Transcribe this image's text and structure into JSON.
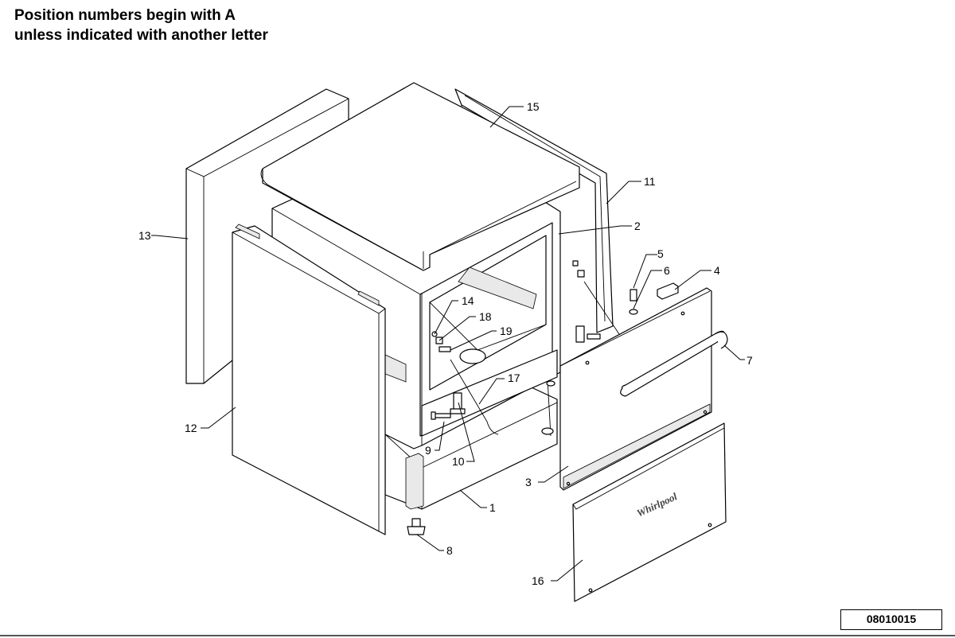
{
  "note": {
    "line1": "Position numbers begin with A",
    "line2": "unless indicated with another letter"
  },
  "brand": "Whirlpool",
  "drawing_code": "08010015",
  "callouts": {
    "p1": "1",
    "p2": "2",
    "p3": "3",
    "p4": "4",
    "p5": "5",
    "p6": "6",
    "p7": "7",
    "p8": "8",
    "p9": "9",
    "p10": "10",
    "p11": "11",
    "p12": "12",
    "p13": "13",
    "p14": "14",
    "p15": "15",
    "p16": "16",
    "p17": "17",
    "p18": "18",
    "p19": "19"
  }
}
